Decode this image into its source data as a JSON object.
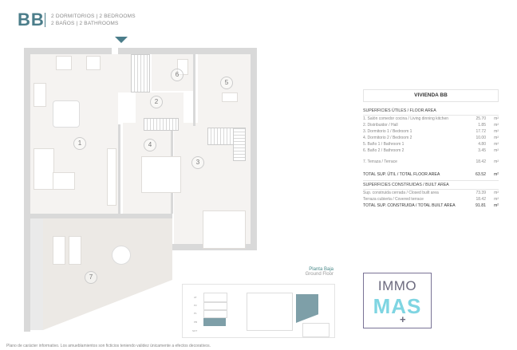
{
  "header": {
    "unit_code": "BB",
    "line1": "2 DORMITORIOS | 2 BEDROOMS",
    "line2": "2 BAÑOS | 2 BATHROOMS"
  },
  "plan": {
    "rooms": [
      {
        "number": "1"
      },
      {
        "number": "2"
      },
      {
        "number": "3"
      },
      {
        "number": "4"
      },
      {
        "number": "5"
      },
      {
        "number": "6"
      },
      {
        "number": "7"
      }
    ],
    "floor_label_es": "Planta Baja",
    "floor_label_en": "Ground Floor"
  },
  "keyplan": {
    "levels": [
      "AT",
      "P2",
      "P1",
      "PB",
      "SOT"
    ]
  },
  "table": {
    "title": "VIVIENDA BB",
    "floor_area": {
      "heading": "SUPERFICIES ÚTILES / FLOOR AREA",
      "rows": [
        {
          "label": "1. Salón comedor cocina / Living dinning kitchen",
          "value": "25.70",
          "unit": "m²"
        },
        {
          "label": "2. Distribuidor / Hall",
          "value": "1.85",
          "unit": "m²"
        },
        {
          "label": "3. Dormitorio 1 / Bedroom 1",
          "value": "17.72",
          "unit": "m²"
        },
        {
          "label": "4. Dormitorio 2 / Bedroom 2",
          "value": "10.00",
          "unit": "m²"
        },
        {
          "label": "5. Baño 1 / Bathroom 1",
          "value": "4.80",
          "unit": "m²"
        },
        {
          "label": "6. Baño 2 / Bathroom 2",
          "value": "3.45",
          "unit": "m²"
        }
      ],
      "terrace": {
        "label": "7. Terraza / Terrace",
        "value": "18.42",
        "unit": "m²"
      },
      "total": {
        "label": "TOTAL SUP. ÚTIL / TOTAL FLOOR AREA",
        "value": "63.52",
        "unit": "m²"
      }
    },
    "built_area": {
      "heading": "SUPERFICIES CONSTRUIDAS / BUILT AREA",
      "rows": [
        {
          "label": "Sup. construida cerrada / Closed built area",
          "value": "73.39",
          "unit": "m²"
        },
        {
          "label": "Terraza cubierta / Covered terrace",
          "value": "18.42",
          "unit": "m²"
        }
      ],
      "total": {
        "label": "TOTAL SUP. CONSTRUIDA / TOTAL BUILT AREA",
        "value": "91.81",
        "unit": "m²"
      }
    }
  },
  "logo": {
    "line1": "IMMO",
    "line2": "MAS",
    "plus": "+"
  },
  "footer": {
    "disclaimer": "Plano de carácter informativo. Los amueblamientos son ficticios teniendo validez únicamente a efectos decorativos."
  },
  "colors": {
    "accent": "#4b7d8a",
    "highlight": "#7e9fa8",
    "logo_dark": "#6c6a7e",
    "logo_light": "#7fd5e2"
  }
}
